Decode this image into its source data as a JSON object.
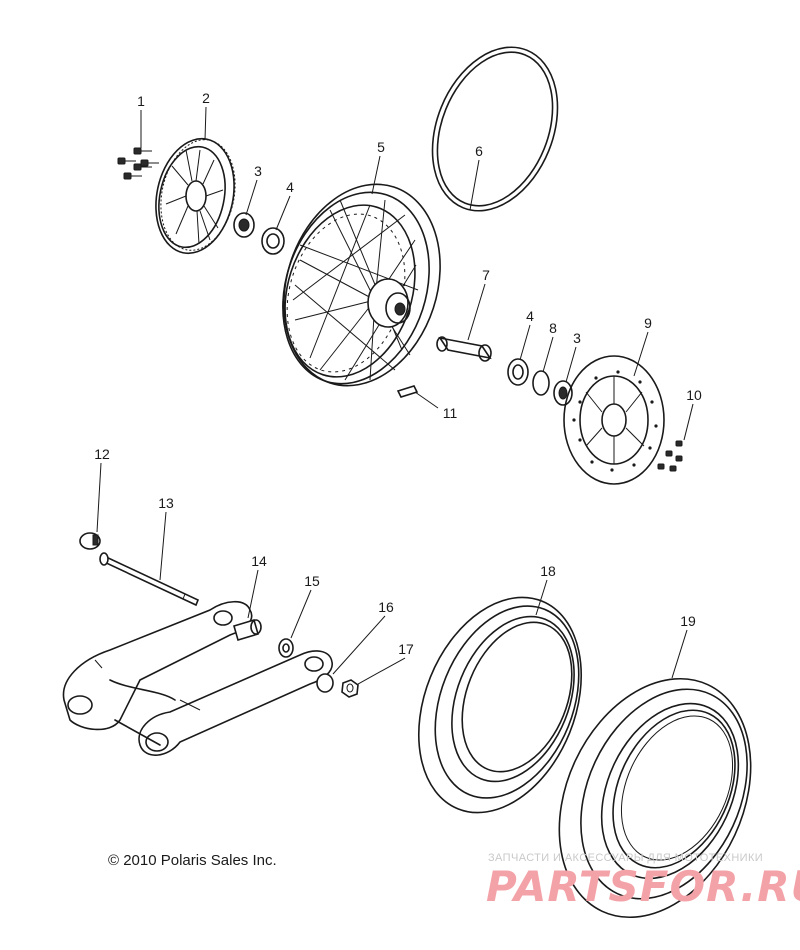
{
  "callouts": [
    {
      "id": "1",
      "text": "1"
    },
    {
      "id": "2",
      "text": "2"
    },
    {
      "id": "3a",
      "text": "3"
    },
    {
      "id": "4a",
      "text": "4"
    },
    {
      "id": "5",
      "text": "5"
    },
    {
      "id": "6",
      "text": "6"
    },
    {
      "id": "7",
      "text": "7"
    },
    {
      "id": "4b",
      "text": "4"
    },
    {
      "id": "8",
      "text": "8"
    },
    {
      "id": "3b",
      "text": "3"
    },
    {
      "id": "9",
      "text": "9"
    },
    {
      "id": "10",
      "text": "10"
    },
    {
      "id": "11",
      "text": "11"
    },
    {
      "id": "12",
      "text": "12"
    },
    {
      "id": "13",
      "text": "13"
    },
    {
      "id": "14",
      "text": "14"
    },
    {
      "id": "15",
      "text": "15"
    },
    {
      "id": "16",
      "text": "16"
    },
    {
      "id": "17",
      "text": "17"
    },
    {
      "id": "18",
      "text": "18"
    },
    {
      "id": "19",
      "text": "19"
    }
  ],
  "copyright": "© 2010 Polaris Sales Inc.",
  "watermark": {
    "tagline": "ЗАПЧАСТИ И АКСЕССУАРЫ ДЛЯ МОТОТЕХНИКИ",
    "brand": "PARTSFOR.RU",
    "color": "#f3a3a8"
  }
}
